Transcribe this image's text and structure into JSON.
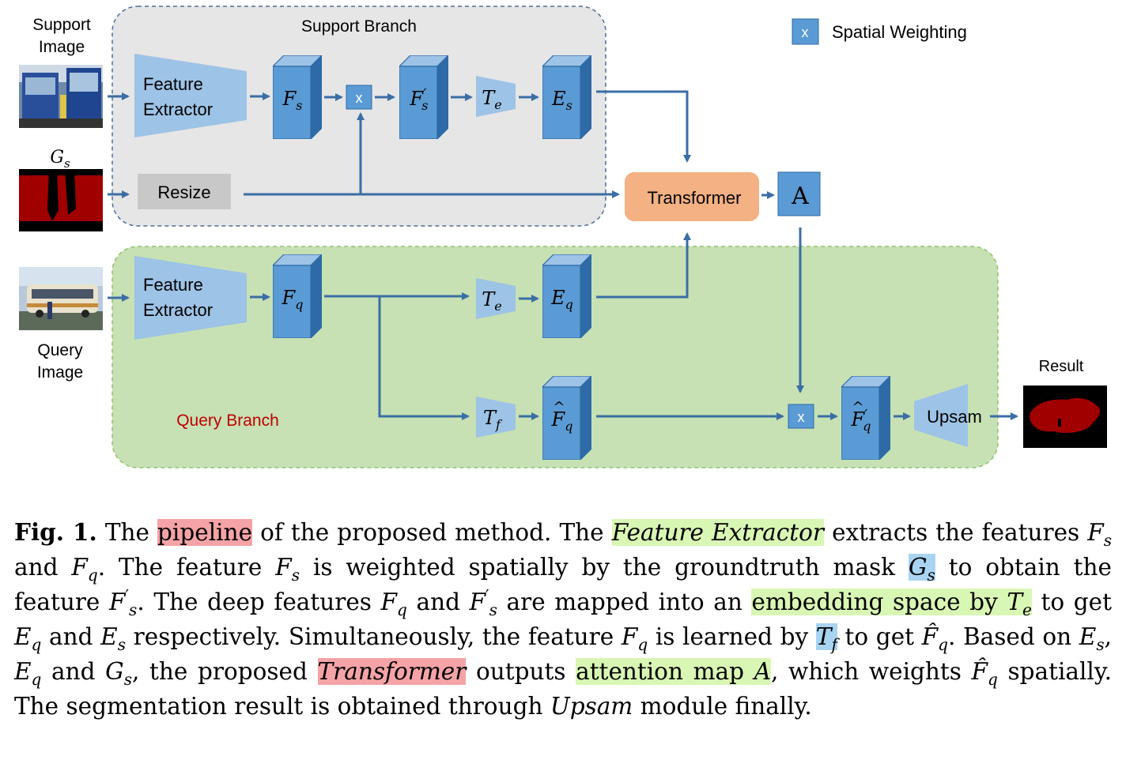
{
  "labels": {
    "support_image": [
      "Support",
      "Image"
    ],
    "query_image": [
      "Query",
      "Image"
    ],
    "gs": "G",
    "gs_sub": "s",
    "support_branch": "Support Branch",
    "query_branch": "Query Branch",
    "feature_extractor": [
      "Feature",
      "Extractor"
    ],
    "resize": "Resize",
    "transformer": "Transformer",
    "attention": "A",
    "upsam": "Upsam",
    "result": "Result",
    "legend_symbol": "x",
    "legend_text": "Spatial Weighting",
    "mult_symbol": "x",
    "fs": "F",
    "fs_sub": "s",
    "fs_prime": "F",
    "fs_prime_sub": "s",
    "prime": "′",
    "te": "T",
    "te_sub": "e",
    "es": "E",
    "es_sub": "s",
    "fq": "F",
    "fq_sub": "q",
    "eq": "E",
    "eq_sub": "q",
    "tf": "T",
    "tf_sub": "f",
    "fq_hat": "F",
    "fq_hat_sub": "q",
    "hat": "^",
    "fq_hat_prime": "F",
    "fq_hat_prime_sub": "q"
  },
  "colors": {
    "support_bg": "#e6e6e6",
    "support_border": "#4f6f98",
    "query_bg": "#c7e1b4",
    "query_border": "#8fc26b",
    "block_front": "#5b9bd5",
    "block_top": "#9dc3e6",
    "block_side": "#2e6aa6",
    "extractor": "#9dc3e6",
    "transformer": "#f4b183",
    "arrow": "#3b6ea5",
    "resize": "#c8c8c8",
    "query_branch_text": "#c00000",
    "mask": "#a00000"
  },
  "caption": {
    "fig": "Fig. 1.",
    "parts": [
      {
        "t": " The "
      },
      {
        "t": "pipeline",
        "hl": "red"
      },
      {
        "t": " of the proposed method. The "
      },
      {
        "t": "Feature Extractor",
        "hl": "green",
        "it": true
      },
      {
        "t": " extracts the features "
      },
      {
        "m": "F",
        "s": "s"
      },
      {
        "t": " and "
      },
      {
        "m": "F",
        "s": "q"
      },
      {
        "t": ". The feature "
      },
      {
        "m": "F",
        "s": "s"
      },
      {
        "t": " is weighted spatially by the groundtruth mask "
      },
      {
        "m": "G",
        "s": "s",
        "hl": "blue"
      },
      {
        "t": " to obtain the feature "
      },
      {
        "m": "F",
        "s": "s",
        "p": "′"
      },
      {
        "t": ". The deep features "
      },
      {
        "m": "F",
        "s": "q"
      },
      {
        "t": " and "
      },
      {
        "m": "F",
        "s": "s",
        "p": "′"
      },
      {
        "t": " are mapped into an "
      },
      {
        "t": "embedding space by ",
        "hl": "green"
      },
      {
        "m": "T",
        "s": "e",
        "hl": "green"
      },
      {
        "t": " to get "
      },
      {
        "m": "E",
        "s": "q"
      },
      {
        "t": " and "
      },
      {
        "m": "E",
        "s": "s"
      },
      {
        "t": " respectively. Simultaneously, the feature "
      },
      {
        "m": "F",
        "s": "q"
      },
      {
        "t": " is learned by "
      },
      {
        "m": "T",
        "s": "f",
        "hl": "blue"
      },
      {
        "t": " to get "
      },
      {
        "m": "F̂",
        "s": "q"
      },
      {
        "t": ". Based on "
      },
      {
        "m": "E",
        "s": "s"
      },
      {
        "t": ", "
      },
      {
        "m": "E",
        "s": "q"
      },
      {
        "t": " and "
      },
      {
        "m": "G",
        "s": "s"
      },
      {
        "t": ", the proposed "
      },
      {
        "t": "Transformer",
        "hl": "red",
        "it": true
      },
      {
        "t": " outputs "
      },
      {
        "t": "attention map ",
        "hl": "green"
      },
      {
        "m": "A",
        "hl": "green"
      },
      {
        "t": ", which weights "
      },
      {
        "m": "F̂",
        "s": "q"
      },
      {
        "t": " spatially. The segmentation result is obtained through "
      },
      {
        "t": "Upsam",
        "it": true
      },
      {
        "t": " module finally."
      }
    ]
  }
}
